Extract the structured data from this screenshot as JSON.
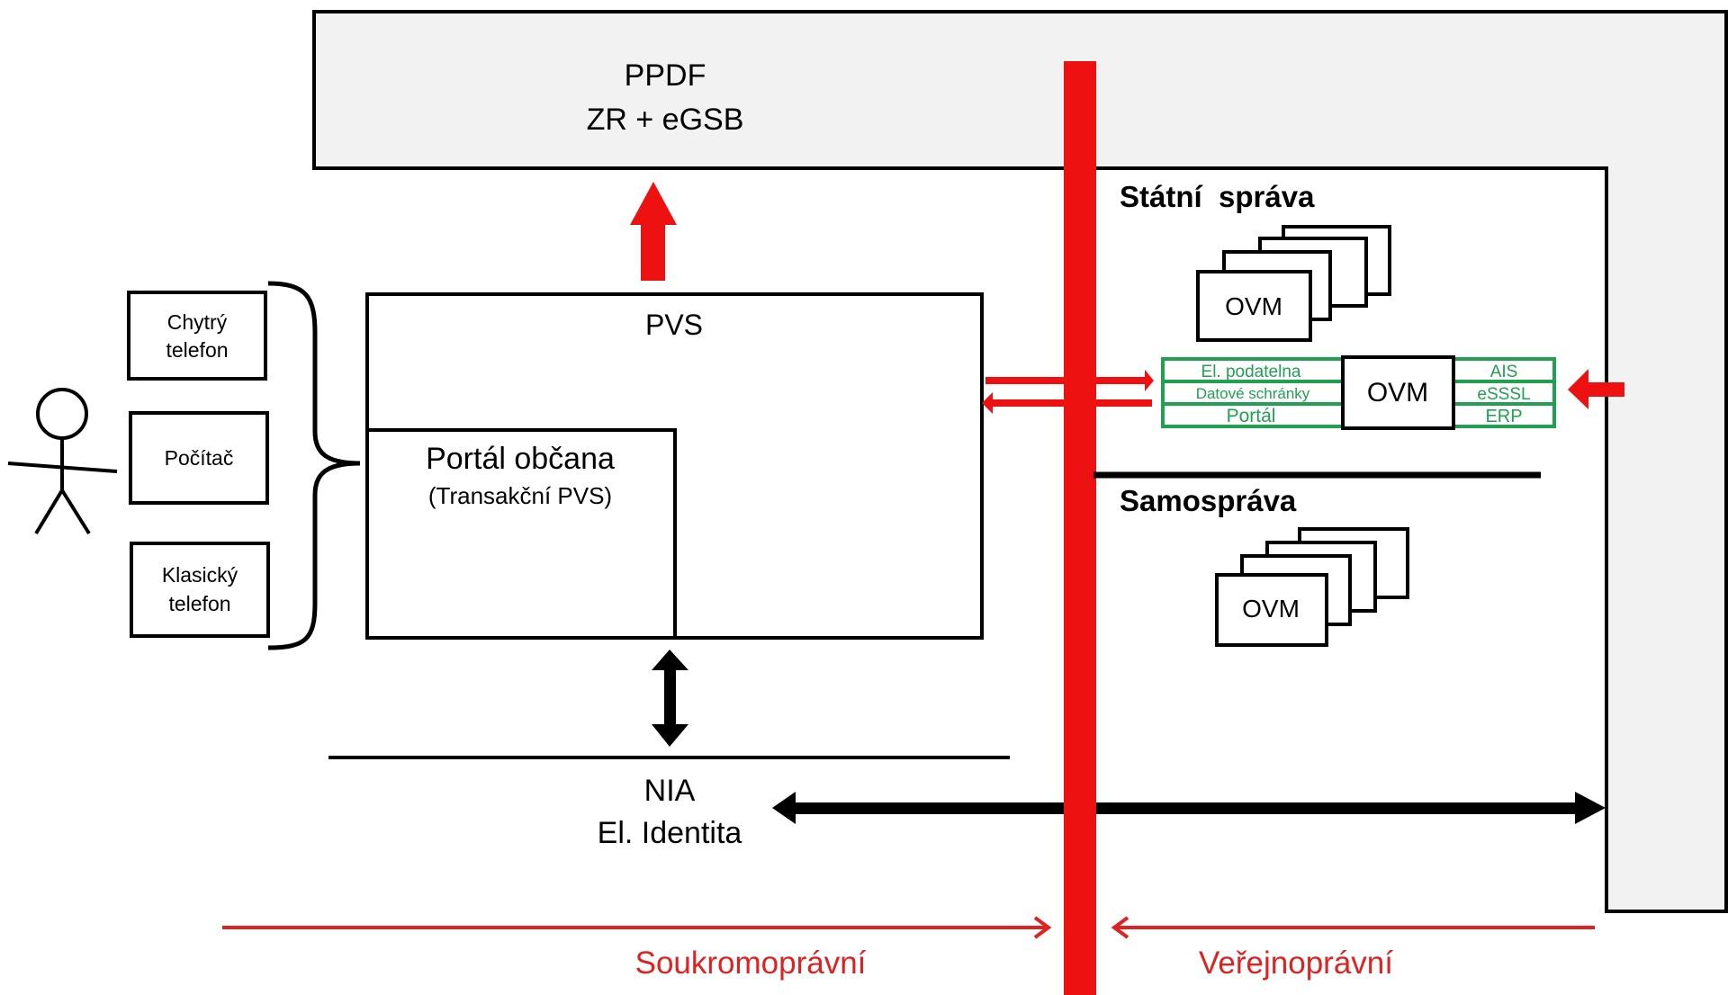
{
  "colors": {
    "accent_red": "#ee1111",
    "label_red": "#dd2222",
    "green": "#20a050",
    "panel_gray": "#f2f2f2",
    "outline": "#000000"
  },
  "top_panel": {
    "line1": "PPDF",
    "line2": "ZR + eGSB"
  },
  "devices": {
    "smartphone": [
      "Chytrý",
      "telefon"
    ],
    "computer": "Počítač",
    "landline": [
      "Klasický",
      "telefon"
    ]
  },
  "person_icon": "stick-figure-user-icon",
  "pvs": {
    "title": "PVS",
    "portal_title": "Portál občana",
    "portal_subtitle": "(Transakční PVS)"
  },
  "nia": {
    "line1": "NIA",
    "line2": "El. Identita"
  },
  "state_admin": {
    "heading": "Státní  správa",
    "ovm_stack_label": "OVM",
    "center_ovm": "OVM",
    "left_services": [
      "El. podatelna",
      "Datové schránky",
      "Portál"
    ],
    "right_services": [
      "AIS",
      "eSSSL",
      "ERP"
    ]
  },
  "self_government": {
    "heading": "Samospráva",
    "ovm_stack_label": "OVM"
  },
  "domains": {
    "private": "Soukromoprávní",
    "public": "Veřejnoprávní"
  }
}
